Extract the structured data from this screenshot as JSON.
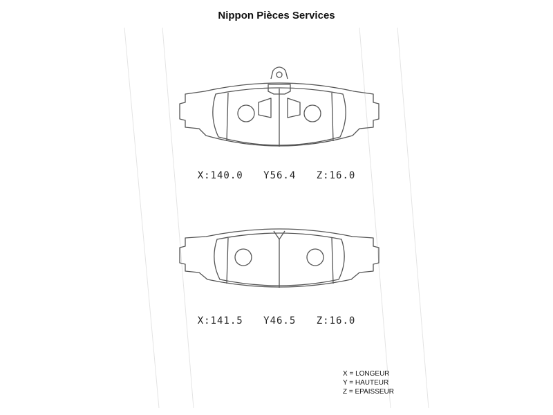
{
  "header": {
    "title": "Nippon Pièces Services"
  },
  "pads": [
    {
      "x_label": "X:140.0",
      "y_label": "Y56.4",
      "z_label": "Z:16.0"
    },
    {
      "x_label": "X:141.5",
      "y_label": "Y46.5",
      "z_label": "Z:16.0"
    }
  ],
  "legend": {
    "x": "X = LONGEUR",
    "y": "Y = HAUTEUR",
    "z": "Z = EPAISSEUR"
  },
  "colors": {
    "line": "#555555",
    "text": "#111111"
  }
}
